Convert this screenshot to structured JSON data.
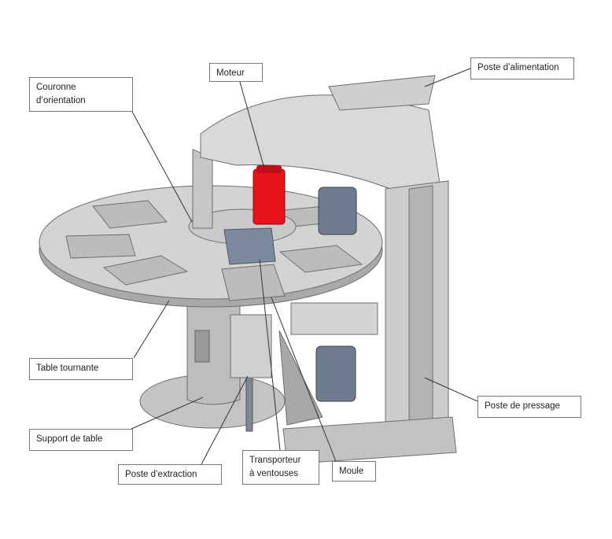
{
  "colors": {
    "steel_light": "#d7d7d7",
    "steel_mid": "#b9b9b9",
    "steel_dark": "#8e8e8e",
    "motor": "#e8121a",
    "press_blue": "#6f7b8f",
    "leader_line": "#333333"
  },
  "labels": {
    "couronne": [
      "Couronne",
      "d’orientation"
    ],
    "moteur": "Moteur",
    "poste_alimentation": "Poste d’alimentation",
    "table_tournante": "Table tournante",
    "poste_pressage": "Poste de pressage",
    "support_table": "Support de table",
    "poste_extraction": "Poste d’extraction",
    "transporteur": [
      "Transporteur",
      "à ventouses"
    ],
    "moule": "Moule"
  }
}
